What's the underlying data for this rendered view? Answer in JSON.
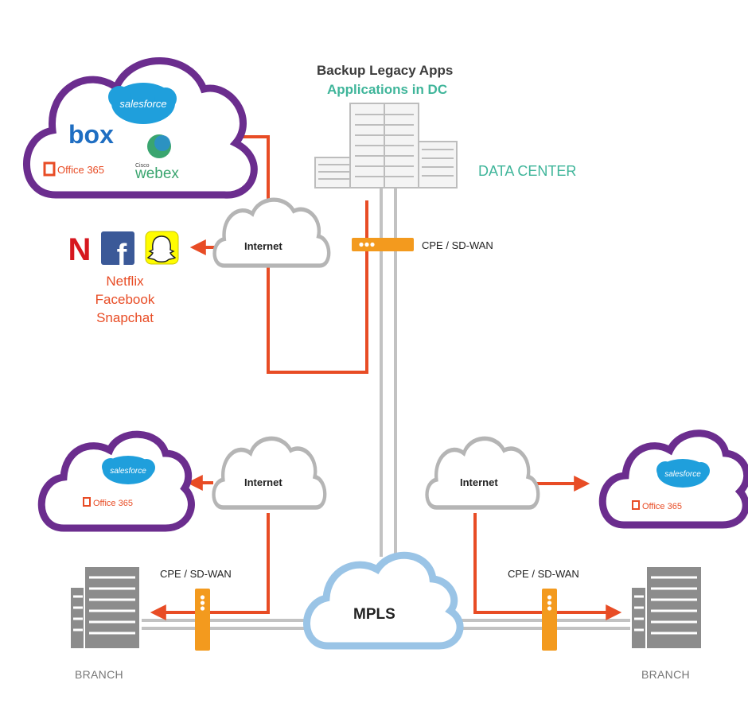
{
  "datacenter": {
    "title": "Backup Legacy Apps",
    "subtitle": "Applications in DC",
    "label": "DATA CENTER",
    "cpe_label": "CPE / SD-WAN",
    "internet_label": "Internet"
  },
  "top_saas_cloud": {
    "apps": [
      "salesforce",
      "box",
      "Office 365",
      "Cisco",
      "webex"
    ]
  },
  "social_apps": {
    "netflix_glyph": "N",
    "facebook_glyph": "f",
    "names": [
      "Netflix",
      "Facebook",
      "Snapchat"
    ]
  },
  "left_branch": {
    "label": "BRANCH",
    "cpe_label": "CPE / SD-WAN",
    "internet_label": "Internet",
    "cloud_apps": [
      "salesforce",
      "Office 365"
    ]
  },
  "right_branch": {
    "label": "BRANCH",
    "cpe_label": "CPE / SD-WAN",
    "internet_label": "Internet",
    "cloud_apps": [
      "salesforce",
      "Office 365"
    ]
  },
  "core": {
    "mpls_label": "MPLS"
  },
  "colors": {
    "traffic_line": "#e84c25",
    "mpls_line": "#c2c2c2",
    "saas_cloud": "#6b2d8e",
    "internet_cloud": "#b5b5b5",
    "mpls_cloud": "#9ac4e6",
    "cpe_device": "#f39a1e",
    "accent_teal": "#3fb59a",
    "salesforce": "#1f9fdc"
  },
  "icons": [
    "building-icon",
    "cloud-icon",
    "cpe-device-icon",
    "netflix-icon",
    "facebook-icon",
    "snapchat-icon"
  ]
}
